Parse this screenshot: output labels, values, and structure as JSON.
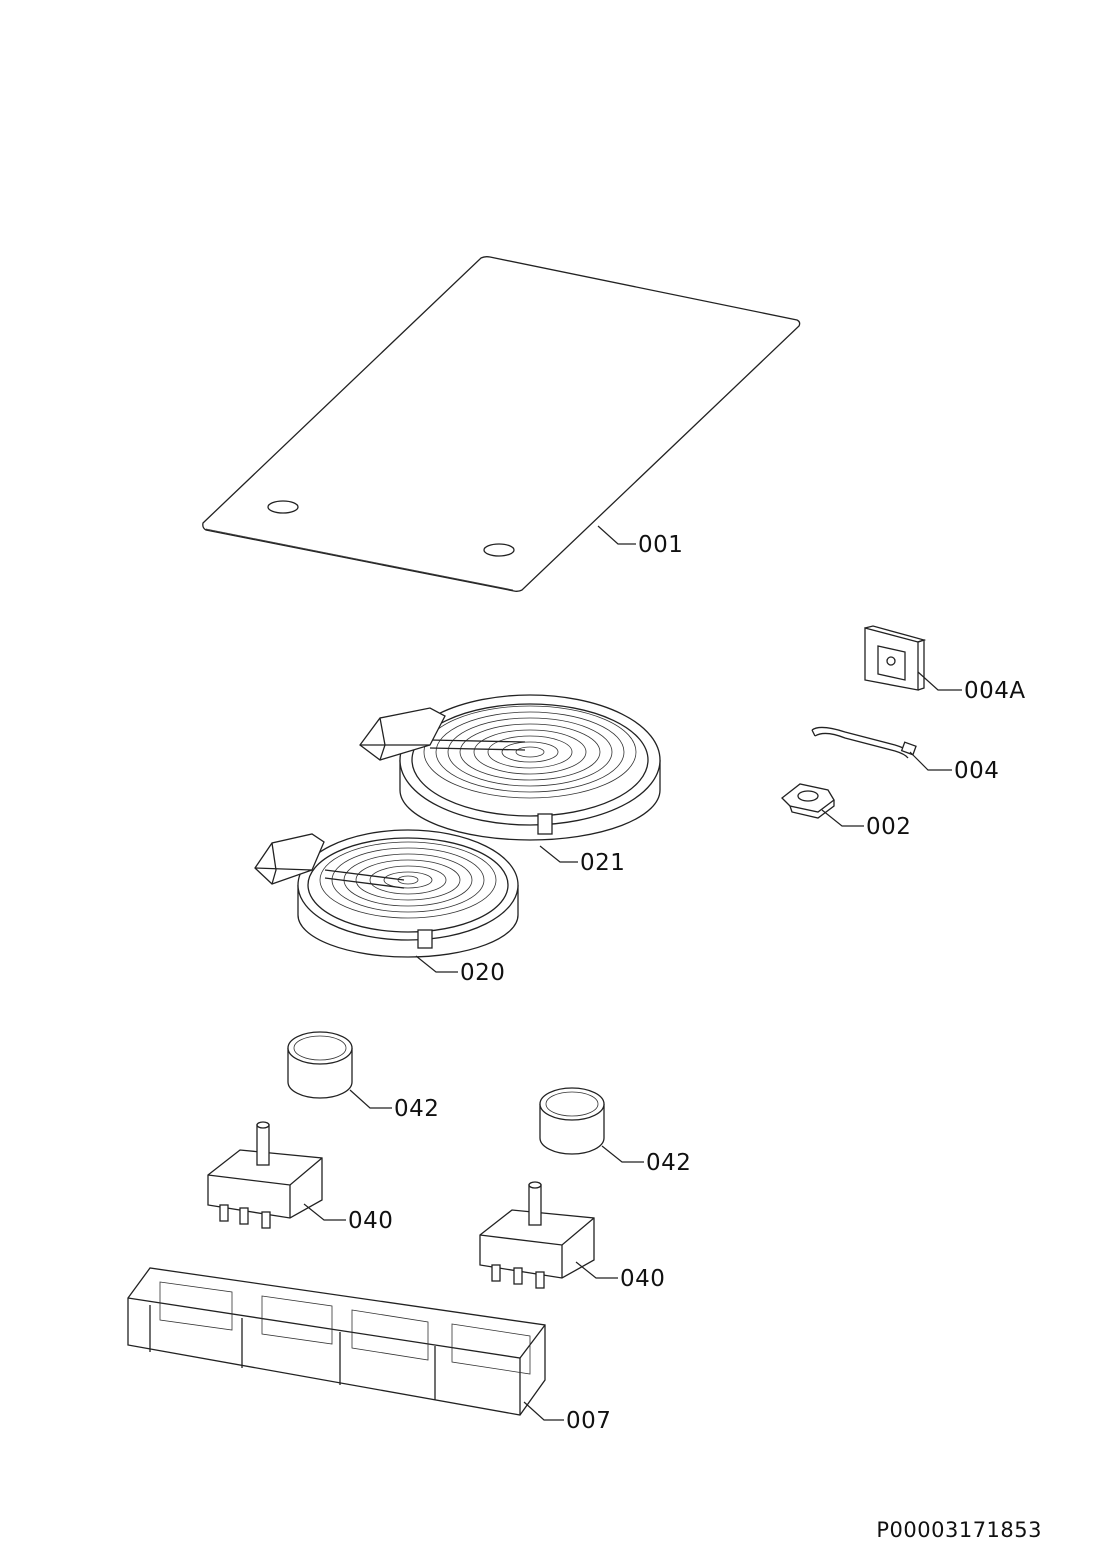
{
  "document_id": "P00003171853",
  "parts": [
    {
      "ref": "001"
    },
    {
      "ref": "004A"
    },
    {
      "ref": "004"
    },
    {
      "ref": "002"
    },
    {
      "ref": "021"
    },
    {
      "ref": "020"
    },
    {
      "ref": "042"
    },
    {
      "ref": "042"
    },
    {
      "ref": "040"
    },
    {
      "ref": "040"
    },
    {
      "ref": "007"
    }
  ]
}
